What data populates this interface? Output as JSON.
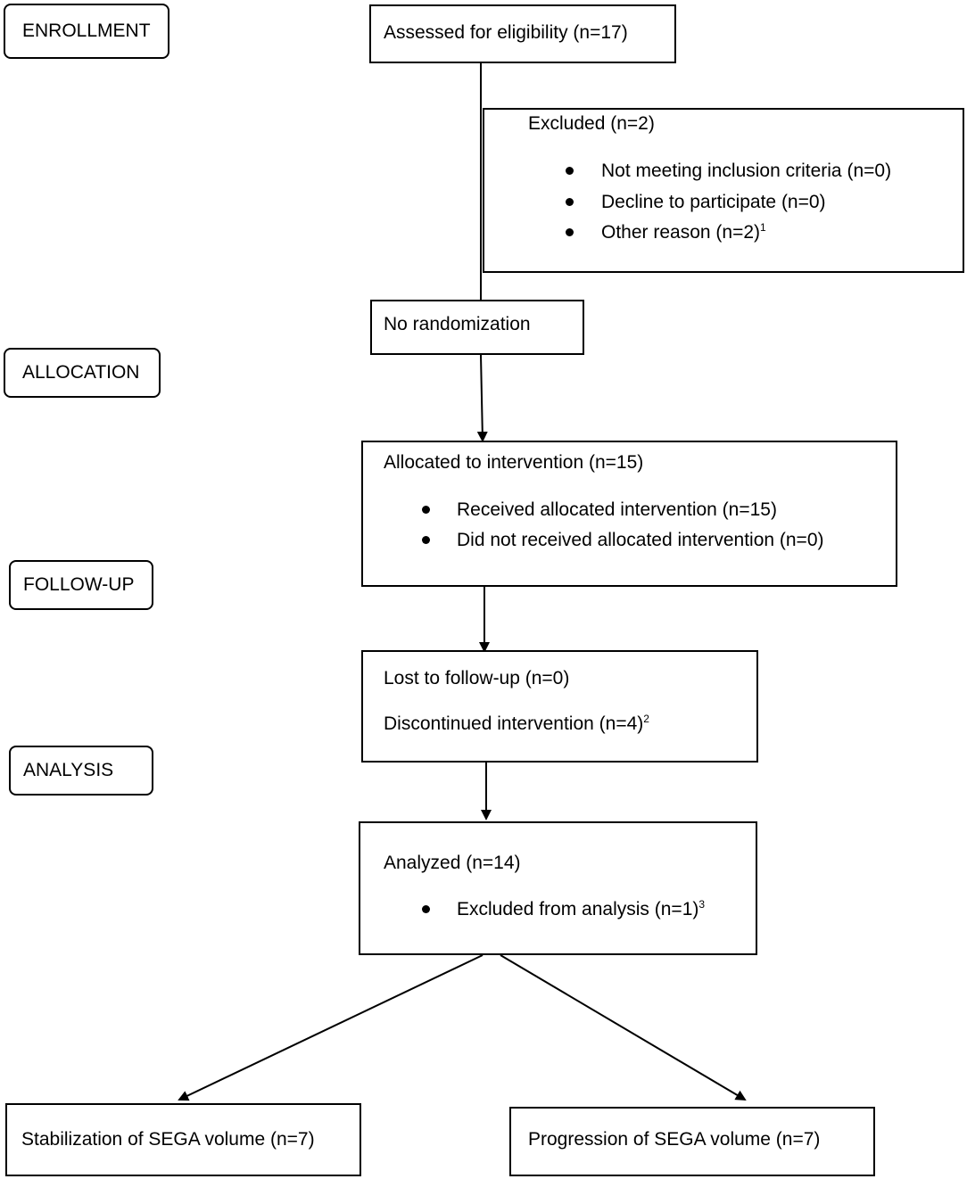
{
  "stages": {
    "enrollment": "ENROLLMENT",
    "allocation": "ALLOCATION",
    "follow_up": "FOLLOW-UP",
    "analysis": "ANALYSIS"
  },
  "assessed": {
    "label": "Assessed for eligibility (n=17)"
  },
  "excluded": {
    "title": "Excluded (n=2)",
    "items": [
      {
        "label": "Not meeting inclusion criteria (n=0)",
        "sup": ""
      },
      {
        "label": "Decline to participate (n=0)",
        "sup": ""
      },
      {
        "label": "Other reason (n=2)",
        "sup": "1"
      }
    ]
  },
  "randomization": {
    "label": "No randomization"
  },
  "allocated": {
    "title": "Allocated to intervention (n=15)",
    "items": [
      {
        "label": "Received allocated intervention (n=15)"
      },
      {
        "label": "Did not received allocated intervention (n=0)"
      }
    ]
  },
  "followup": {
    "lost": "Lost to follow-up (n=0)",
    "discontinued": "Discontinued intervention (n=4)",
    "discontinued_sup": "2"
  },
  "analyzed": {
    "title": "Analyzed (n=14)",
    "excluded": "Excluded from analysis (n=1)",
    "excluded_sup": "3"
  },
  "outcomes": {
    "stabilization": "Stabilization of SEGA volume (n=7)",
    "progression": "Progression of SEGA volume (n=7)"
  },
  "colors": {
    "line": "#000000",
    "background": "#ffffff"
  }
}
